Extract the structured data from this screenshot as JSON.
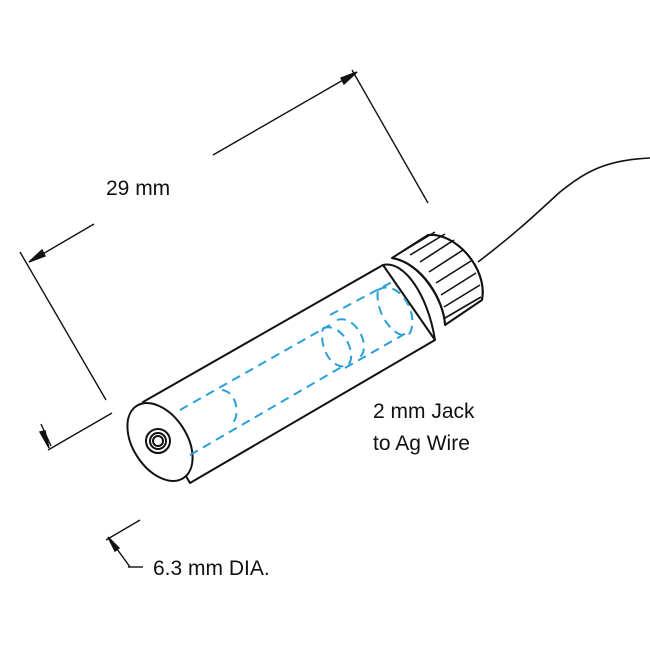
{
  "labels": {
    "length": "29 mm",
    "callout_line1": "2 mm Jack",
    "callout_line2": "to Ag Wire",
    "diameter": "6.3 mm DIA."
  },
  "colors": {
    "outline": "#111111",
    "hidden_detail": "#2a9fd8",
    "background": "#ffffff"
  }
}
